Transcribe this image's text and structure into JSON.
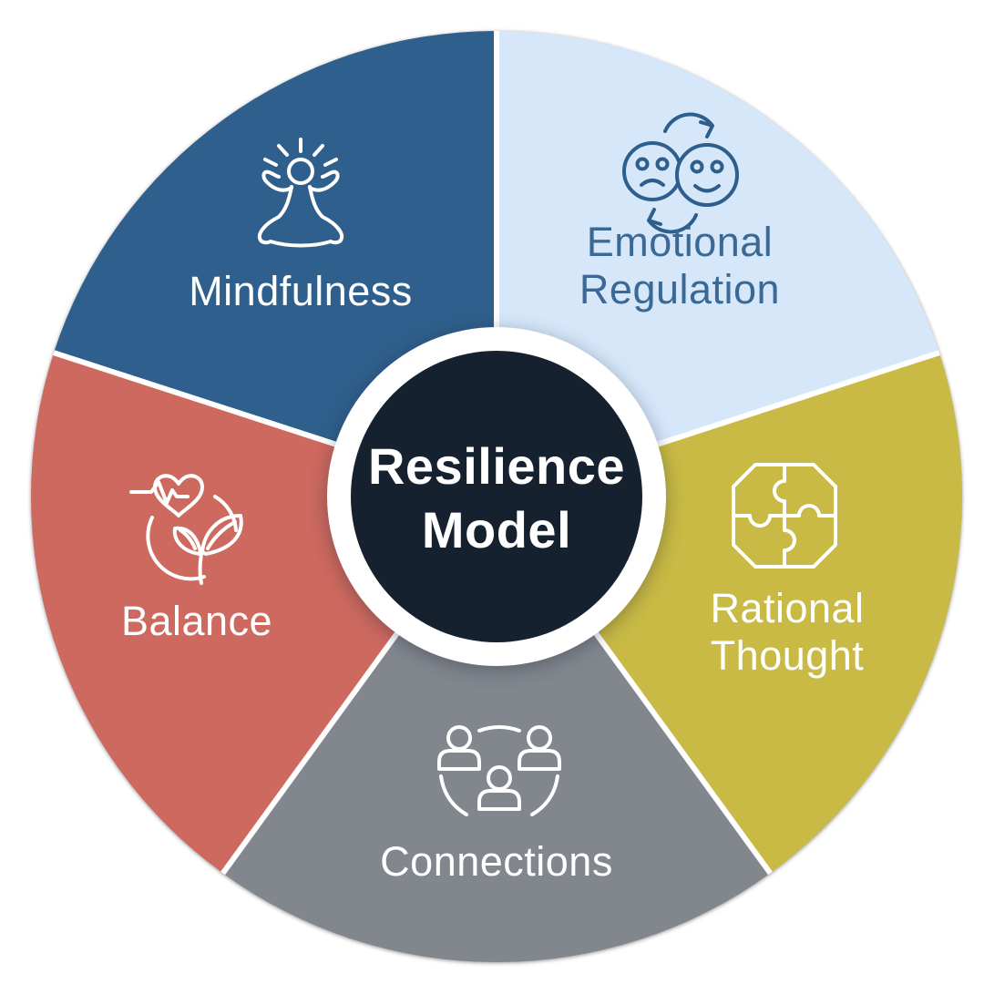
{
  "page": {
    "background": "#FFFFFF"
  },
  "hub": {
    "title_line1": "Resilience",
    "title_line2": "Model",
    "bg_color": "#16212F",
    "ring_color": "#FFFFFF",
    "text_color": "#FFFFFF"
  },
  "divider_color": "#FFFFFF",
  "segments": [
    {
      "id": "mindfulness",
      "label": "Mindfulness",
      "color": "#2F5F8C",
      "text_color": "#FFFFFF",
      "icon_color": "#FFFFFF",
      "icon": "meditation-person-icon"
    },
    {
      "id": "emotional-regulation",
      "label": "Emotional Regulation",
      "color": "#D7E7FA",
      "text_color": "#3A6996",
      "icon_color": "#2E5E8C",
      "icon": "mood-swap-faces-icon"
    },
    {
      "id": "rational-thought",
      "label": "Rational Thought",
      "color": "#C8BA44",
      "text_color": "#FFFFFF",
      "icon_color": "#FFFFFF",
      "icon": "puzzle-pieces-icon"
    },
    {
      "id": "connections",
      "label": "Connections",
      "color": "#82868D",
      "text_color": "#FFFFFF",
      "icon_color": "#FFFFFF",
      "icon": "people-group-icon"
    },
    {
      "id": "balance",
      "label": "Balance",
      "color": "#CD695F",
      "text_color": "#FFFFFF",
      "icon_color": "#FFFFFF",
      "icon": "heart-pulse-leaf-icon"
    }
  ]
}
